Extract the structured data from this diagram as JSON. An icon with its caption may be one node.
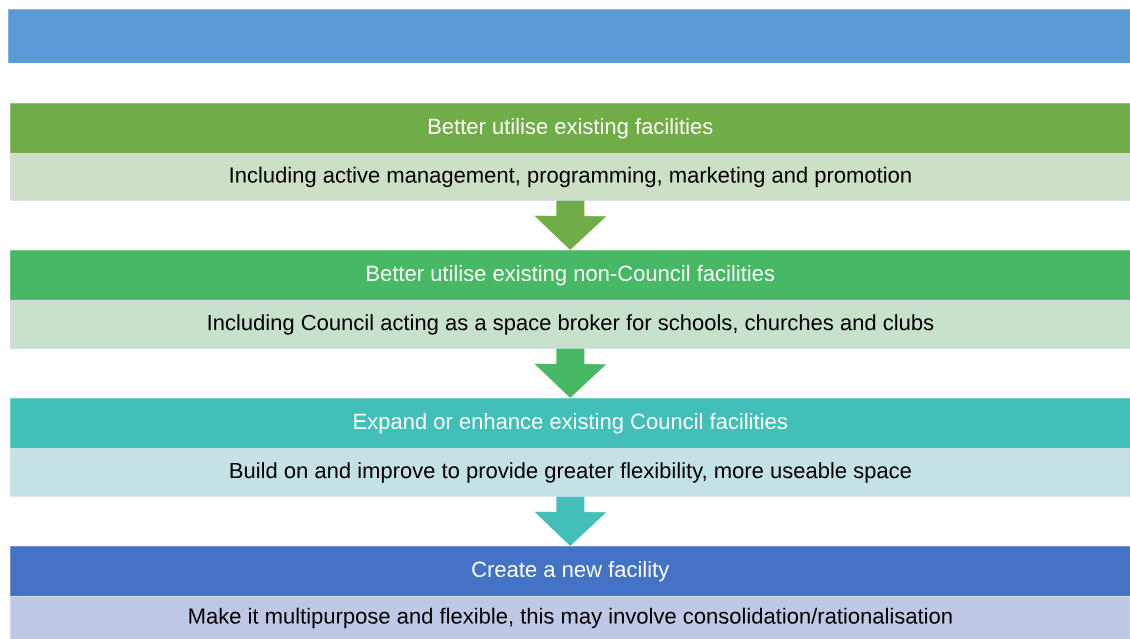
{
  "diagram": {
    "nodes": [
      {
        "text": [],
        "shape": "bar"
      },
      {
        "text": [
          "Better utilise existing facilities"
        ]
      },
      {
        "text": [
          "Including active management, programming, marketing and promotion"
        ]
      },
      {
        "text": [
          "Better utilise existing non-Council facilities"
        ]
      },
      {
        "text": [
          "Including Council acting as a space broker for schools, churches and clubs"
        ]
      },
      {
        "text": [
          "Expand or enhance existing Council facilities"
        ]
      },
      {
        "text": [
          "Build on and improve to provide greater flexibility, more useable space"
        ]
      },
      {
        "text": [
          "Create a new facility"
        ]
      },
      {
        "text": [
          "Make it multipurpose and flexible, this may involve consolidation/rationalisation"
        ]
      }
    ],
    "edges": [
      {
        "from": 2,
        "to": 3,
        "arrow": "to",
        "color": "#70ad47"
      },
      {
        "from": 4,
        "to": 5,
        "arrow": "to",
        "color": "#47b863"
      },
      {
        "from": 6,
        "to": 7,
        "arrow": "to",
        "color": "#42bfb8"
      }
    ]
  }
}
